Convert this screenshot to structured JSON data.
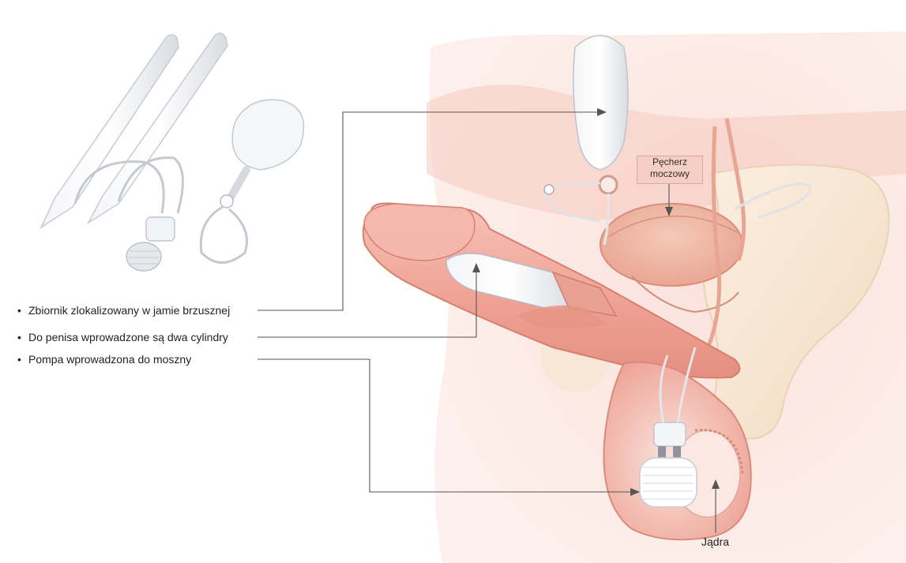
{
  "labels": {
    "reservoir": "Zbiornik zlokalizowany w jamie brzusznej",
    "cylinders": "Do penisa wprowadzone są dwa cylindry",
    "pump": "Pompa wprowadzona do moszny"
  },
  "bladder": {
    "line1": "Pęcherz",
    "line2": "moczowy"
  },
  "testes": "Jądra",
  "bullet_glyph": "•"
}
